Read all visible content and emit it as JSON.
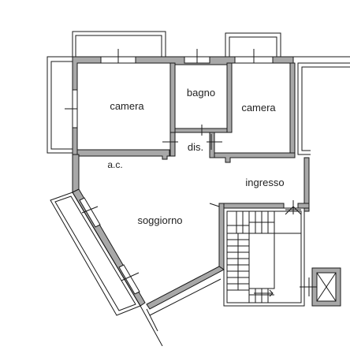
{
  "rooms": {
    "camera_left": "camera",
    "bagno": "bagno",
    "camera_right": "camera",
    "disimpegno": "dis.",
    "armadio": "a.c.",
    "ingresso": "ingresso",
    "soggiorno": "soggiorno"
  },
  "colors": {
    "wall": "#1a1a1a",
    "fill": "#a8a8a8",
    "background": "#ffffff"
  }
}
